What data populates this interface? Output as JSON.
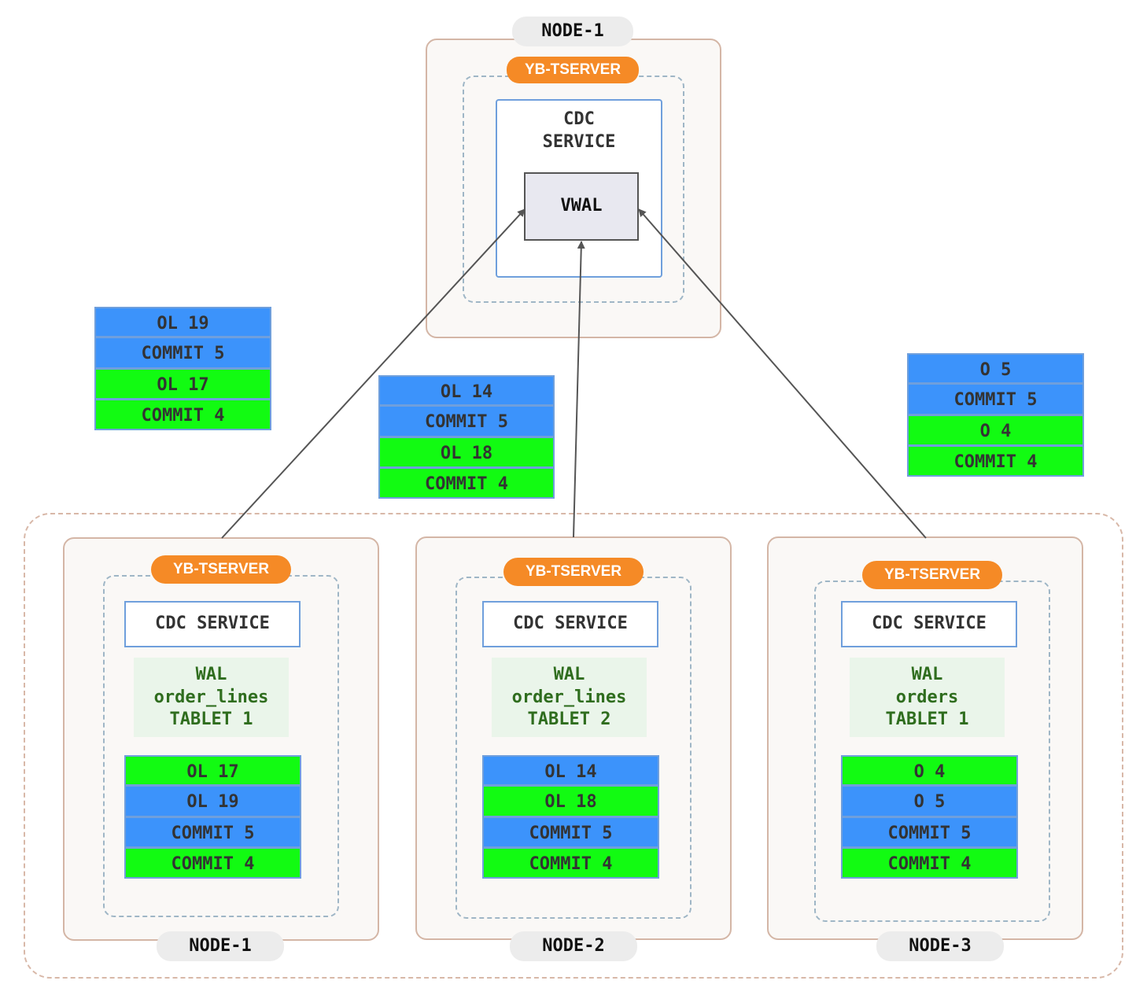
{
  "top": {
    "node_label": "NODE-1",
    "tserver_label": "YB-TSERVER",
    "cdc_title_1": "CDC",
    "cdc_title_2": "SERVICE",
    "vwal_label": "VWAL"
  },
  "colors": {
    "blue": "#3c93fb",
    "green": "#12fb12",
    "orange": "#f58a26"
  },
  "floating_stacks": [
    {
      "rows": [
        {
          "text": "OL 19",
          "color": "blue"
        },
        {
          "text": "COMMIT 5",
          "color": "blue"
        },
        {
          "text": "OL 17",
          "color": "green"
        },
        {
          "text": "COMMIT 4",
          "color": "green"
        }
      ]
    },
    {
      "rows": [
        {
          "text": "OL 14",
          "color": "blue"
        },
        {
          "text": "COMMIT 5",
          "color": "blue"
        },
        {
          "text": "OL 18",
          "color": "green"
        },
        {
          "text": "COMMIT 4",
          "color": "green"
        }
      ]
    },
    {
      "rows": [
        {
          "text": "O 5",
          "color": "blue"
        },
        {
          "text": "COMMIT 5",
          "color": "blue"
        },
        {
          "text": "O 4",
          "color": "green"
        },
        {
          "text": "COMMIT 4",
          "color": "green"
        }
      ]
    }
  ],
  "nodes": [
    {
      "label": "NODE-1",
      "tserver_label": "YB-TSERVER",
      "cdc_label": "CDC SERVICE",
      "wal": [
        "WAL",
        "order_lines",
        "TABLET 1"
      ],
      "rows": [
        {
          "text": "OL 17",
          "color": "green"
        },
        {
          "text": "OL 19",
          "color": "blue"
        },
        {
          "text": "COMMIT 5",
          "color": "blue"
        },
        {
          "text": "COMMIT 4",
          "color": "green"
        }
      ]
    },
    {
      "label": "NODE-2",
      "tserver_label": "YB-TSERVER",
      "cdc_label": "CDC SERVICE",
      "wal": [
        "WAL",
        "order_lines",
        "TABLET 2"
      ],
      "rows": [
        {
          "text": "OL 14",
          "color": "blue"
        },
        {
          "text": "OL 18",
          "color": "green"
        },
        {
          "text": "COMMIT 5",
          "color": "blue"
        },
        {
          "text": "COMMIT 4",
          "color": "green"
        }
      ]
    },
    {
      "label": "NODE-3",
      "tserver_label": "YB-TSERVER",
      "cdc_label": "CDC SERVICE",
      "wal": [
        "WAL",
        "orders",
        "TABLET 1"
      ],
      "rows": [
        {
          "text": "O 4",
          "color": "green"
        },
        {
          "text": "O 5",
          "color": "blue"
        },
        {
          "text": "COMMIT 5",
          "color": "blue"
        },
        {
          "text": "COMMIT 4",
          "color": "green"
        }
      ]
    }
  ]
}
